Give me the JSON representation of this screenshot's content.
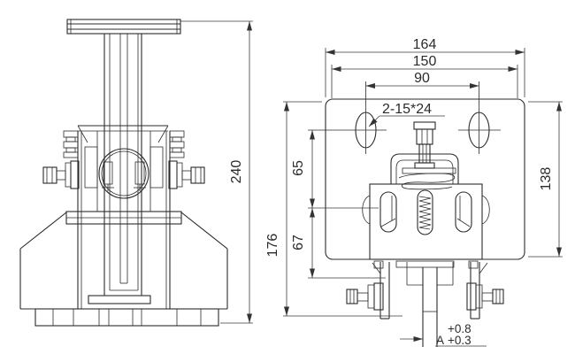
{
  "drawing": {
    "front_view": {
      "overall_height": "240"
    },
    "side_view": {
      "overall_width": "164",
      "mounting_width": "150",
      "hole_spacing": "90",
      "slot_callout": "2-15*24",
      "plate_height": "138",
      "overall_height": "176",
      "upper_span": "65",
      "lower_span": "67",
      "clearance_upper": "+0.8",
      "clearance_lower": "+0.3",
      "datum": "A"
    }
  }
}
